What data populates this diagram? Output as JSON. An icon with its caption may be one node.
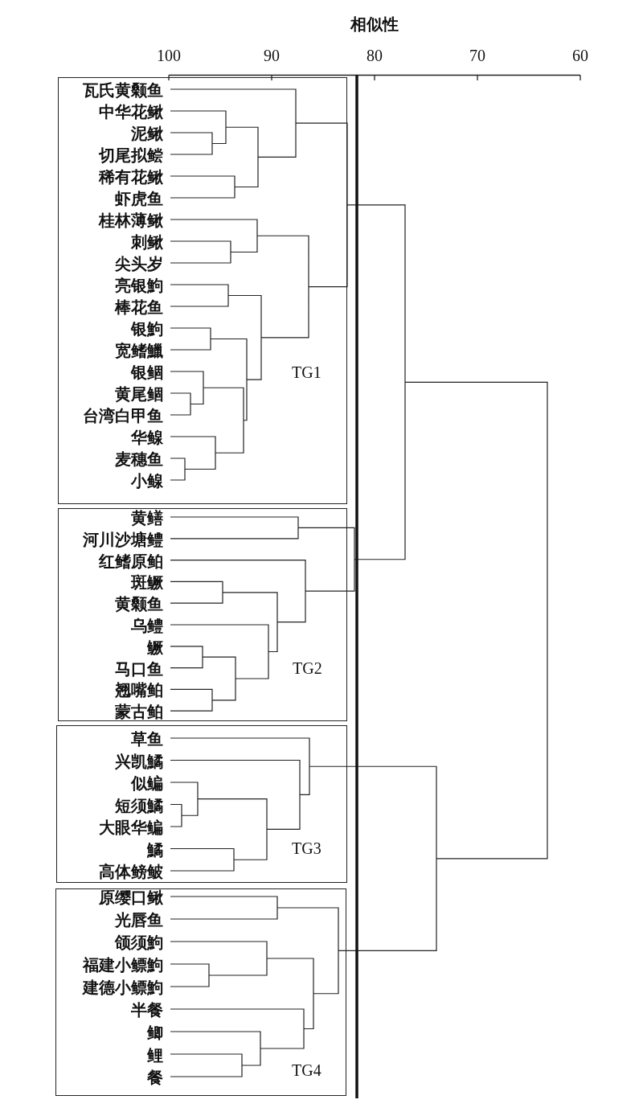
{
  "diagram": {
    "nodes": [
      {
        "text": [
          "TG1"
        ]
      },
      {
        "text": [
          "瓦氏黄颡鱼"
        ],
        "in": 0
      },
      {
        "text": [
          "中华花鳅"
        ],
        "in": 0
      },
      {
        "text": [
          "泥鳅"
        ],
        "in": 0
      },
      {
        "text": [
          "切尾拟鲿"
        ],
        "in": 0
      },
      {
        "text": [
          "稀有花鳅"
        ],
        "in": 0
      },
      {
        "text": [
          "虾虎鱼"
        ],
        "in": 0
      },
      {
        "text": [
          "桂林薄鳅"
        ],
        "in": 0
      },
      {
        "text": [
          "刺鳅"
        ],
        "in": 0
      },
      {
        "text": [
          "尖头岁"
        ],
        "in": 0
      },
      {
        "text": [
          "亮银鮈"
        ],
        "in": 0
      },
      {
        "text": [
          "棒花鱼"
        ],
        "in": 0
      },
      {
        "text": [
          "银鮈"
        ],
        "in": 0
      },
      {
        "text": [
          "宽鳍鱲"
        ],
        "in": 0
      },
      {
        "text": [
          "银鲴"
        ],
        "in": 0
      },
      {
        "text": [
          "黄尾鲴"
        ],
        "in": 0
      },
      {
        "text": [
          "台湾白甲鱼"
        ],
        "in": 0
      },
      {
        "text": [
          "华鳈"
        ],
        "in": 0
      },
      {
        "text": [
          "麦穗鱼"
        ],
        "in": 0
      },
      {
        "text": [
          "小鳈"
        ],
        "in": 0
      },
      {
        "text": [
          "TG2"
        ]
      },
      {
        "text": [
          "黄鳝"
        ],
        "in": 20
      },
      {
        "text": [
          "河川沙塘鳢"
        ],
        "in": 20
      },
      {
        "text": [
          "红鳍原鲌"
        ],
        "in": 20
      },
      {
        "text": [
          "斑鳜"
        ],
        "in": 20
      },
      {
        "text": [
          "黄颡鱼"
        ],
        "in": 20
      },
      {
        "text": [
          "乌鳢"
        ],
        "in": 20
      },
      {
        "text": [
          "鳜"
        ],
        "in": 20
      },
      {
        "text": [
          "马口鱼"
        ],
        "in": 20
      },
      {
        "text": [
          "翘嘴鲌"
        ],
        "in": 20
      },
      {
        "text": [
          "蒙古鲌"
        ],
        "in": 20
      },
      {
        "text": [
          "TG3"
        ]
      },
      {
        "text": [
          "草鱼"
        ],
        "in": 31
      },
      {
        "text": [
          "兴凯鱊"
        ],
        "in": 31
      },
      {
        "text": [
          "似鳊"
        ],
        "in": 31
      },
      {
        "text": [
          "短须鱊"
        ],
        "in": 31
      },
      {
        "text": [
          "大眼华鳊"
        ],
        "in": 31
      },
      {
        "text": [
          "鱊"
        ],
        "in": 31
      },
      {
        "text": [
          "高体鳑鲏"
        ],
        "in": 31
      },
      {
        "text": [
          "TG4"
        ]
      },
      {
        "text": [
          "原缨口鳅"
        ],
        "in": 39
      },
      {
        "text": [
          "光唇鱼"
        ],
        "in": 39
      },
      {
        "text": [
          "颌须鮈"
        ],
        "in": 39
      },
      {
        "text": [
          "福建小鳔鮈"
        ],
        "in": 39
      },
      {
        "text": [
          "建德小鳔鮈"
        ],
        "in": 39
      },
      {
        "text": [
          "半餐"
        ],
        "in": 39
      },
      {
        "text": [
          "鲫"
        ],
        "in": 39
      },
      {
        "text": [
          "鲤"
        ],
        "in": 39
      },
      {
        "text": [
          "餐"
        ],
        "in": 39
      }
    ],
    "edges": [],
    "labels": [
      "相似性",
      "100",
      "90",
      "80",
      "70",
      "60"
    ]
  }
}
